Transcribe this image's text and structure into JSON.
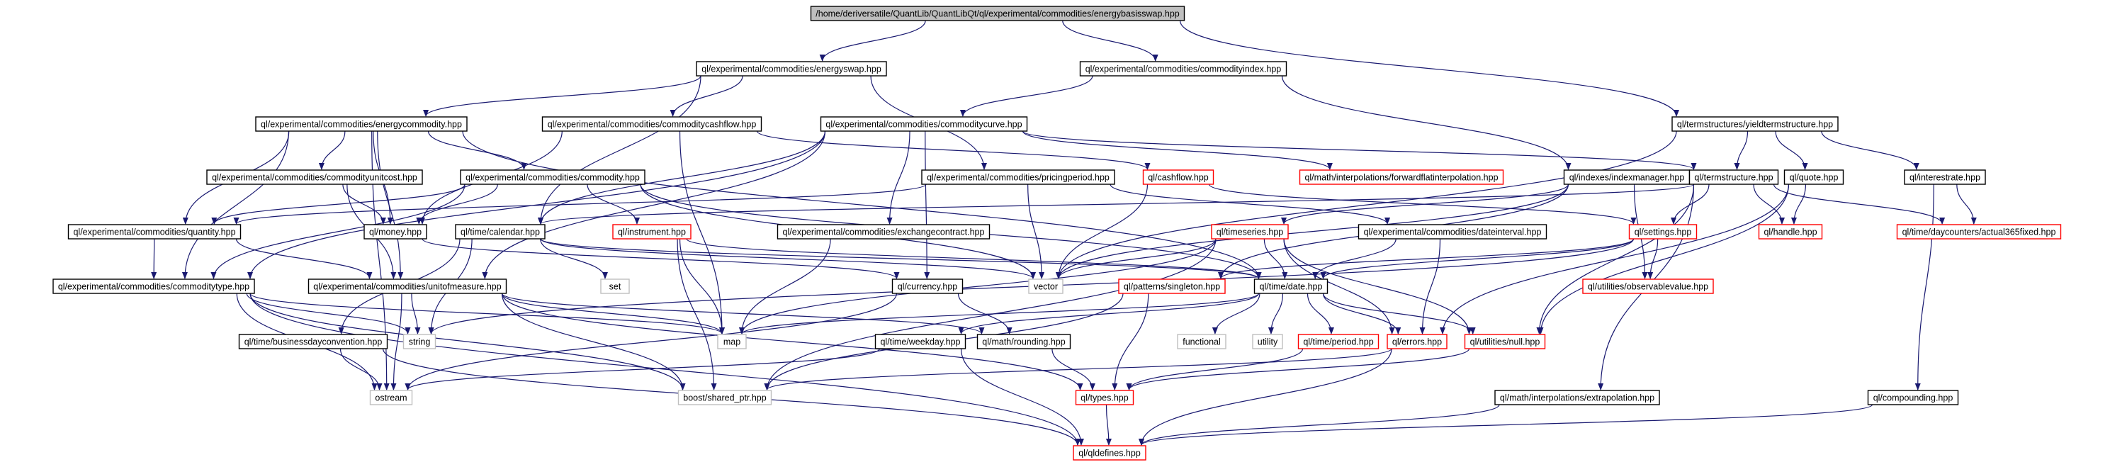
{
  "diagram": {
    "type": "include-dependency-graph",
    "colors": {
      "edge": "#191970",
      "root_fill": "#bfbfbf",
      "node_border": "#000000",
      "incomplete_border": "#ff0000",
      "external_border": "#bfbfbf",
      "external_text": "#595959"
    },
    "nodes": [
      {
        "id": "root",
        "label": "/home/deriversatile/QuantLib/QuantLibQt/ql/experimental/commodities/energybasisswap.hpp",
        "style": "root"
      },
      {
        "id": "energyswap",
        "label": "ql/experimental/commodities/energyswap.hpp",
        "style": "normal"
      },
      {
        "id": "commodityindex",
        "label": "ql/experimental/commodities/commodityindex.hpp",
        "style": "normal"
      },
      {
        "id": "yieldtermstructure",
        "label": "ql/termstructures/yieldtermstructure.hpp",
        "style": "normal"
      },
      {
        "id": "energycommodity",
        "label": "ql/experimental/commodities/energycommodity.hpp",
        "style": "normal"
      },
      {
        "id": "commoditycashflow",
        "label": "ql/experimental/commodities/commoditycashflow.hpp",
        "style": "normal"
      },
      {
        "id": "commoditycurve",
        "label": "ql/experimental/commodities/commoditycurve.hpp",
        "style": "normal"
      },
      {
        "id": "commodityunitcost",
        "label": "ql/experimental/commodities/commodityunitcost.hpp",
        "style": "normal"
      },
      {
        "id": "commodity",
        "label": "ql/experimental/commodities/commodity.hpp",
        "style": "normal"
      },
      {
        "id": "pricingperiod",
        "label": "ql/experimental/commodities/pricingperiod.hpp",
        "style": "normal"
      },
      {
        "id": "cashflow",
        "label": "ql/cashflow.hpp",
        "style": "incomplete"
      },
      {
        "id": "forwardflat",
        "label": "ql/math/interpolations/forwardflatinterpolation.hpp",
        "style": "incomplete"
      },
      {
        "id": "indexmanager",
        "label": "ql/indexes/indexmanager.hpp",
        "style": "normal"
      },
      {
        "id": "termstructure",
        "label": "ql/termstructure.hpp",
        "style": "normal"
      },
      {
        "id": "quote",
        "label": "ql/quote.hpp",
        "style": "normal"
      },
      {
        "id": "interestrate",
        "label": "ql/interestrate.hpp",
        "style": "normal"
      },
      {
        "id": "quantity",
        "label": "ql/experimental/commodities/quantity.hpp",
        "style": "normal"
      },
      {
        "id": "money",
        "label": "ql/money.hpp",
        "style": "normal"
      },
      {
        "id": "calendar",
        "label": "ql/time/calendar.hpp",
        "style": "normal"
      },
      {
        "id": "instrument",
        "label": "ql/instrument.hpp",
        "style": "incomplete"
      },
      {
        "id": "exchangecontract",
        "label": "ql/experimental/commodities/exchangecontract.hpp",
        "style": "normal"
      },
      {
        "id": "timeseries",
        "label": "ql/timeseries.hpp",
        "style": "incomplete"
      },
      {
        "id": "dateinterval",
        "label": "ql/experimental/commodities/dateinterval.hpp",
        "style": "normal"
      },
      {
        "id": "settings",
        "label": "ql/settings.hpp",
        "style": "incomplete"
      },
      {
        "id": "handle",
        "label": "ql/handle.hpp",
        "style": "incomplete"
      },
      {
        "id": "actual365",
        "label": "ql/time/daycounters/actual365fixed.hpp",
        "style": "incomplete"
      },
      {
        "id": "commoditytype",
        "label": "ql/experimental/commodities/commoditytype.hpp",
        "style": "normal"
      },
      {
        "id": "unitofmeasure",
        "label": "ql/experimental/commodities/unitofmeasure.hpp",
        "style": "normal"
      },
      {
        "id": "set",
        "label": "set",
        "style": "external"
      },
      {
        "id": "vector",
        "label": "vector",
        "style": "external"
      },
      {
        "id": "currency",
        "label": "ql/currency.hpp",
        "style": "normal"
      },
      {
        "id": "singleton",
        "label": "ql/patterns/singleton.hpp",
        "style": "incomplete"
      },
      {
        "id": "date",
        "label": "ql/time/date.hpp",
        "style": "normal"
      },
      {
        "id": "observablevalue",
        "label": "ql/utilities/observablevalue.hpp",
        "style": "incomplete"
      },
      {
        "id": "string",
        "label": "string",
        "style": "external"
      },
      {
        "id": "map",
        "label": "map",
        "style": "external"
      },
      {
        "id": "businessday",
        "label": "ql/time/businessdayconvention.hpp",
        "style": "normal"
      },
      {
        "id": "weekday",
        "label": "ql/time/weekday.hpp",
        "style": "normal"
      },
      {
        "id": "rounding",
        "label": "ql/math/rounding.hpp",
        "style": "normal"
      },
      {
        "id": "functional",
        "label": "functional",
        "style": "external"
      },
      {
        "id": "utility",
        "label": "utility",
        "style": "external"
      },
      {
        "id": "period",
        "label": "ql/time/period.hpp",
        "style": "incomplete"
      },
      {
        "id": "errors",
        "label": "ql/errors.hpp",
        "style": "incomplete"
      },
      {
        "id": "null",
        "label": "ql/utilities/null.hpp",
        "style": "incomplete"
      },
      {
        "id": "ostream",
        "label": "ostream",
        "style": "external"
      },
      {
        "id": "sharedptr",
        "label": "boost/shared_ptr.hpp",
        "style": "external"
      },
      {
        "id": "types",
        "label": "ql/types.hpp",
        "style": "incomplete"
      },
      {
        "id": "extrapolation",
        "label": "ql/math/interpolations/extrapolation.hpp",
        "style": "normal"
      },
      {
        "id": "compounding",
        "label": "ql/compounding.hpp",
        "style": "normal"
      },
      {
        "id": "qldefines",
        "label": "ql/qldefines.hpp",
        "style": "incomplete"
      }
    ],
    "edges": [
      [
        "root",
        "energyswap"
      ],
      [
        "root",
        "commodityindex"
      ],
      [
        "root",
        "yieldtermstructure"
      ],
      [
        "energyswap",
        "energycommodity"
      ],
      [
        "energyswap",
        "commoditycashflow"
      ],
      [
        "energyswap",
        "pricingperiod"
      ],
      [
        "energyswap",
        "calendar"
      ],
      [
        "commodityindex",
        "commoditycurve"
      ],
      [
        "commodityindex",
        "indexmanager"
      ],
      [
        "yieldtermstructure",
        "termstructure"
      ],
      [
        "yieldtermstructure",
        "quote"
      ],
      [
        "yieldtermstructure",
        "interestrate"
      ],
      [
        "yieldtermstructure",
        "vector"
      ],
      [
        "energycommodity",
        "commodityunitcost"
      ],
      [
        "energycommodity",
        "commodity"
      ],
      [
        "energycommodity",
        "money"
      ],
      [
        "energycommodity",
        "quantity"
      ],
      [
        "energycommodity",
        "commoditytype"
      ],
      [
        "energycommodity",
        "unitofmeasure"
      ],
      [
        "energycommodity",
        "date"
      ],
      [
        "energycommodity",
        "ostream"
      ],
      [
        "commoditycashflow",
        "cashflow"
      ],
      [
        "commoditycashflow",
        "money"
      ],
      [
        "commoditycashflow",
        "map"
      ],
      [
        "commoditycurve",
        "forwardflat"
      ],
      [
        "commoditycurve",
        "termstructure"
      ],
      [
        "commoditycurve",
        "commoditytype"
      ],
      [
        "commoditycurve",
        "exchangecontract"
      ],
      [
        "commoditycurve",
        "currency"
      ],
      [
        "commoditycurve",
        "unitofmeasure"
      ],
      [
        "commoditycurve",
        "calendar"
      ],
      [
        "commodityunitcost",
        "money"
      ],
      [
        "commodityunitcost",
        "unitofmeasure"
      ],
      [
        "commodity",
        "instrument"
      ],
      [
        "commodity",
        "money"
      ],
      [
        "commodity",
        "quantity"
      ],
      [
        "commodity",
        "commoditytype"
      ],
      [
        "commodity",
        "vector"
      ],
      [
        "commodity",
        "date"
      ],
      [
        "pricingperiod",
        "dateinterval"
      ],
      [
        "pricingperiod",
        "quantity"
      ],
      [
        "pricingperiod",
        "vector"
      ],
      [
        "cashflow",
        "settings"
      ],
      [
        "cashflow",
        "vector"
      ],
      [
        "indexmanager",
        "timeseries"
      ],
      [
        "indexmanager",
        "singleton"
      ],
      [
        "indexmanager",
        "observablevalue"
      ],
      [
        "indexmanager",
        "vector"
      ],
      [
        "termstructure",
        "calendar"
      ],
      [
        "termstructure",
        "settings"
      ],
      [
        "termstructure",
        "handle"
      ],
      [
        "termstructure",
        "actual365"
      ],
      [
        "termstructure",
        "null"
      ],
      [
        "termstructure",
        "extrapolation"
      ],
      [
        "quote",
        "handle"
      ],
      [
        "quote",
        "errors"
      ],
      [
        "quote",
        "null"
      ],
      [
        "interestrate",
        "actual365"
      ],
      [
        "interestrate",
        "compounding"
      ],
      [
        "quantity",
        "commoditytype"
      ],
      [
        "quantity",
        "unitofmeasure"
      ],
      [
        "money",
        "currency"
      ],
      [
        "calendar",
        "date"
      ],
      [
        "calendar",
        "set"
      ],
      [
        "calendar",
        "vector"
      ],
      [
        "calendar",
        "businessday"
      ],
      [
        "calendar",
        "string"
      ],
      [
        "instrument",
        "date"
      ],
      [
        "instrument",
        "map"
      ],
      [
        "instrument",
        "sharedptr"
      ],
      [
        "exchangecontract",
        "map"
      ],
      [
        "timeseries",
        "date"
      ],
      [
        "timeseries",
        "null"
      ],
      [
        "timeseries",
        "errors"
      ],
      [
        "timeseries",
        "vector"
      ],
      [
        "timeseries",
        "map"
      ],
      [
        "timeseries",
        "sharedptr"
      ],
      [
        "dateinterval",
        "date"
      ],
      [
        "dateinterval",
        "errors"
      ],
      [
        "settings",
        "date"
      ],
      [
        "settings",
        "singleton"
      ],
      [
        "settings",
        "observablevalue"
      ],
      [
        "settings",
        "string"
      ],
      [
        "commoditytype",
        "map"
      ],
      [
        "commoditytype",
        "string"
      ],
      [
        "commoditytype",
        "ostream"
      ],
      [
        "commoditytype",
        "sharedptr"
      ],
      [
        "commoditytype",
        "qldefines"
      ],
      [
        "unitofmeasure",
        "rounding"
      ],
      [
        "unitofmeasure",
        "types"
      ],
      [
        "unitofmeasure",
        "string"
      ],
      [
        "unitofmeasure",
        "ostream"
      ],
      [
        "unitofmeasure",
        "map"
      ],
      [
        "unitofmeasure",
        "sharedptr"
      ],
      [
        "currency",
        "rounding"
      ],
      [
        "currency",
        "ostream"
      ],
      [
        "singleton",
        "types"
      ],
      [
        "singleton",
        "sharedptr"
      ],
      [
        "date",
        "weekday"
      ],
      [
        "date",
        "period"
      ],
      [
        "date",
        "errors"
      ],
      [
        "date",
        "null"
      ],
      [
        "date",
        "functional"
      ],
      [
        "date",
        "utility"
      ],
      [
        "date",
        "map"
      ],
      [
        "businessday",
        "ostream"
      ],
      [
        "businessday",
        "qldefines"
      ],
      [
        "weekday",
        "ostream"
      ],
      [
        "weekday",
        "qldefines"
      ],
      [
        "rounding",
        "types"
      ],
      [
        "period",
        "types"
      ],
      [
        "errors",
        "sharedptr"
      ],
      [
        "errors",
        "qldefines"
      ],
      [
        "null",
        "types"
      ],
      [
        "types",
        "qldefines"
      ],
      [
        "extrapolation",
        "qldefines"
      ],
      [
        "compounding",
        "qldefines"
      ]
    ]
  }
}
